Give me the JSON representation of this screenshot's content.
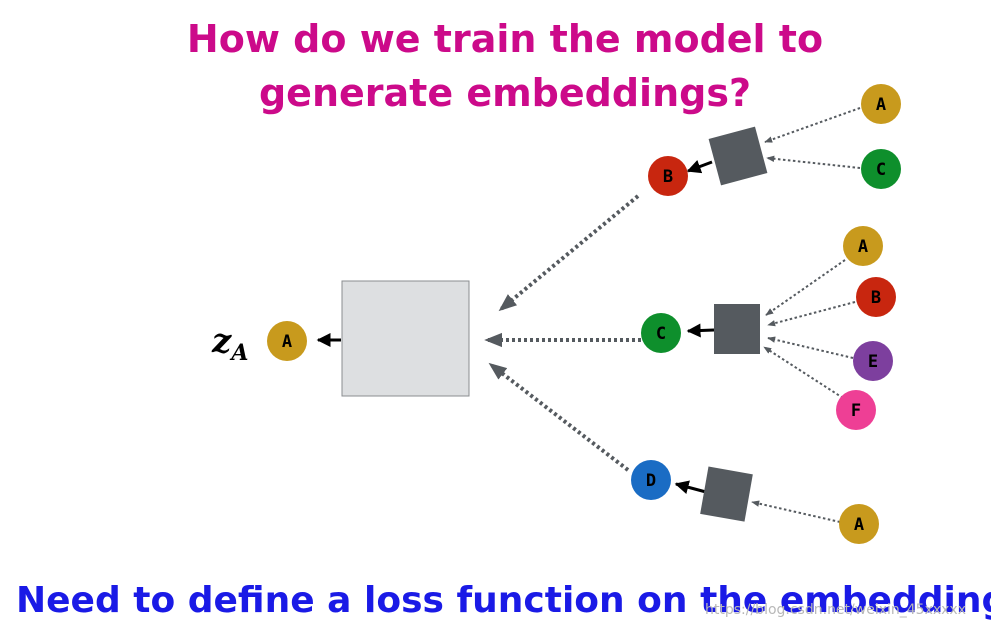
{
  "title": {
    "line1": "How do we train the model to",
    "line2": "generate embeddings?"
  },
  "bottom_text": "Need to define a loss function on the embeddings",
  "watermark": "https://blog.csdn.net/weixin_45xxxxx",
  "target_label": {
    "symbol": "z",
    "subscript": "A"
  },
  "colors": {
    "A": "#c89a1d",
    "B": "#c8260f",
    "C": "#0e8f2c",
    "D": "#1a6cc4",
    "E": "#7d3f9e",
    "F": "#ee3f95",
    "aggregator_box": "#555a5f",
    "main_box": "#dddfe1"
  },
  "nodes": {
    "target": "A",
    "level1": [
      "B",
      "C",
      "D"
    ],
    "level2_B": [
      "A",
      "C"
    ],
    "level2_C": [
      "A",
      "B",
      "E",
      "F"
    ],
    "level2_D": [
      "A"
    ]
  }
}
